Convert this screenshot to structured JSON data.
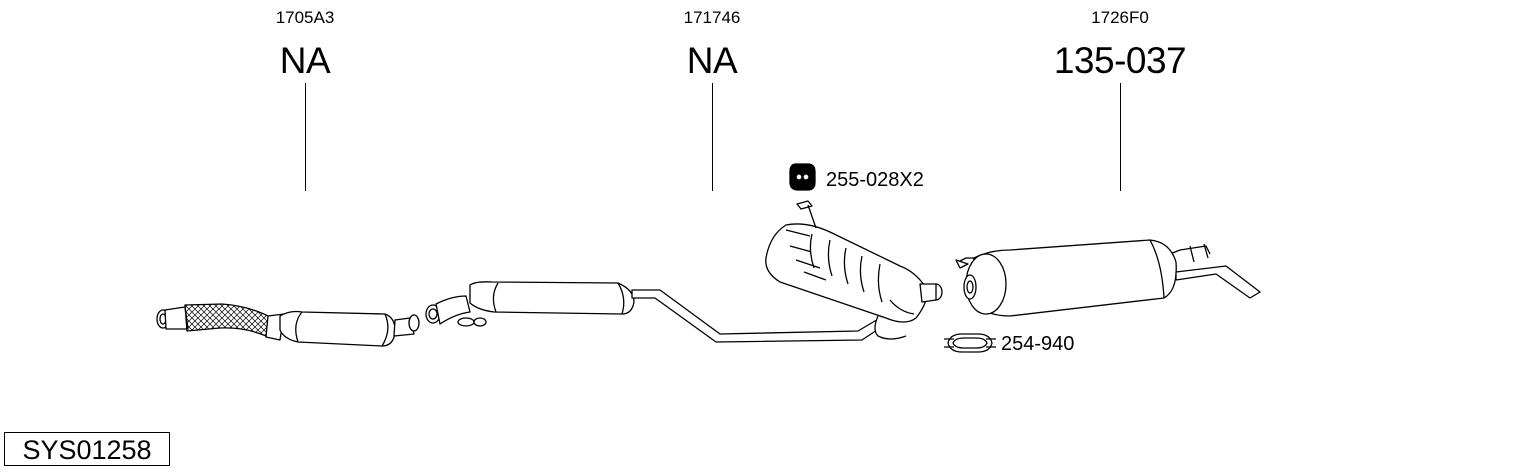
{
  "columns": [
    {
      "ref": "1705A3",
      "part": "NA"
    },
    {
      "ref": "171746",
      "part": "NA"
    },
    {
      "ref": "1726F0",
      "part": "135-037"
    }
  ],
  "accessories": [
    {
      "label": "255-028X2",
      "icon": "rubber-hanger-icon"
    },
    {
      "label": "254-940",
      "icon": "pipe-clamp-icon"
    }
  ],
  "system_code": "SYS01258"
}
